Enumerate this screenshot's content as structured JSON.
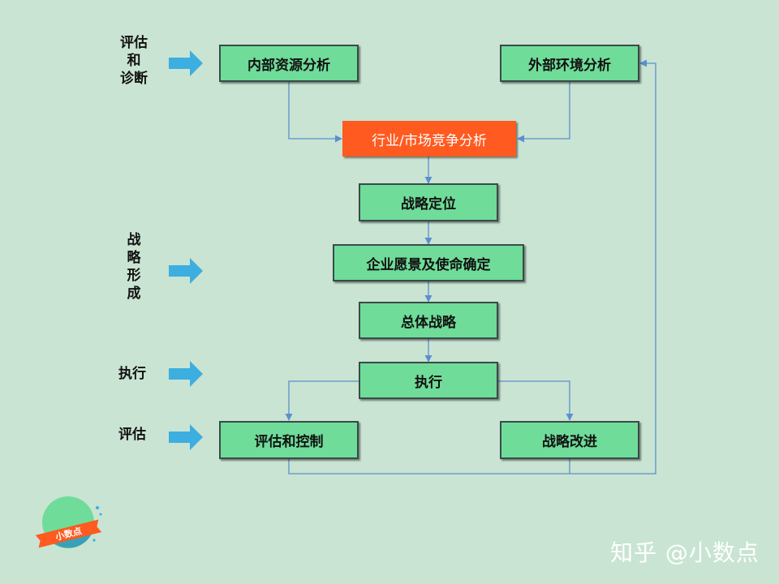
{
  "stages": {
    "diagnosis": [
      "评估",
      "和",
      "诊断"
    ],
    "formation": [
      "战",
      "略",
      "形",
      "成"
    ],
    "execution": "执行",
    "evaluation": "评估"
  },
  "boxes": {
    "internal": "内部资源分析",
    "external": "外部环境分析",
    "industry": "行业/市场竞争分析",
    "positioning": "战略定位",
    "vision": "企业愿景及使命确定",
    "overall": "总体战略",
    "execute": "执行",
    "evaluate": "评估和控制",
    "improve": "战略改进"
  },
  "colors": {
    "background": "#c9e4d2",
    "box_fill": "#6fdc99",
    "highlight": "#ff5a1f",
    "connector": "#5b8fd0",
    "stage_arrow": "#3daee0"
  },
  "logo": {
    "text": "小数点"
  },
  "watermark": "知乎 @小数点"
}
